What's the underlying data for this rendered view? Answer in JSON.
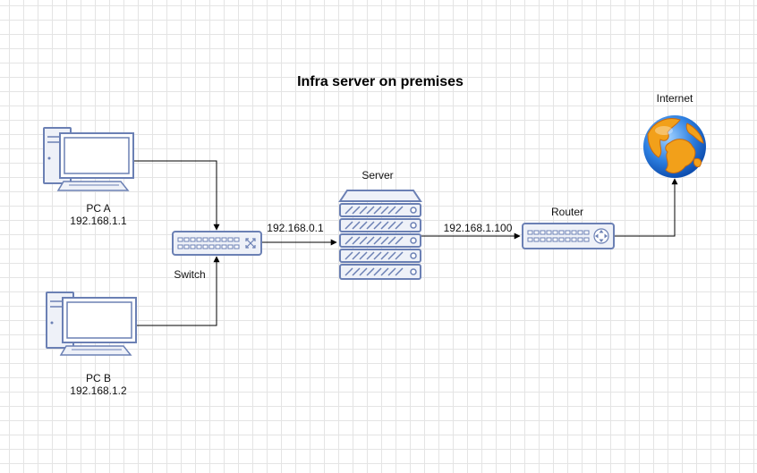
{
  "diagram": {
    "title": "Infra server on premises",
    "nodes": {
      "pc_a": {
        "name": "PC A",
        "ip": "192.168.1.1"
      },
      "pc_b": {
        "name": "PC B",
        "ip": "192.168.1.2"
      },
      "switch": {
        "name": "Switch"
      },
      "server": {
        "name": "Server"
      },
      "router": {
        "name": "Router"
      },
      "internet": {
        "name": "Internet"
      }
    },
    "links": {
      "switch_to_server": "192.168.0.1",
      "server_to_router": "192.168.1.100"
    },
    "colors": {
      "device_stroke": "#6b80b4",
      "device_fill": "#eef1f8",
      "line": "#000000"
    },
    "icons": [
      "desktop-pc-icon",
      "network-switch-icon",
      "server-rack-icon",
      "router-icon",
      "globe-icon"
    ]
  }
}
